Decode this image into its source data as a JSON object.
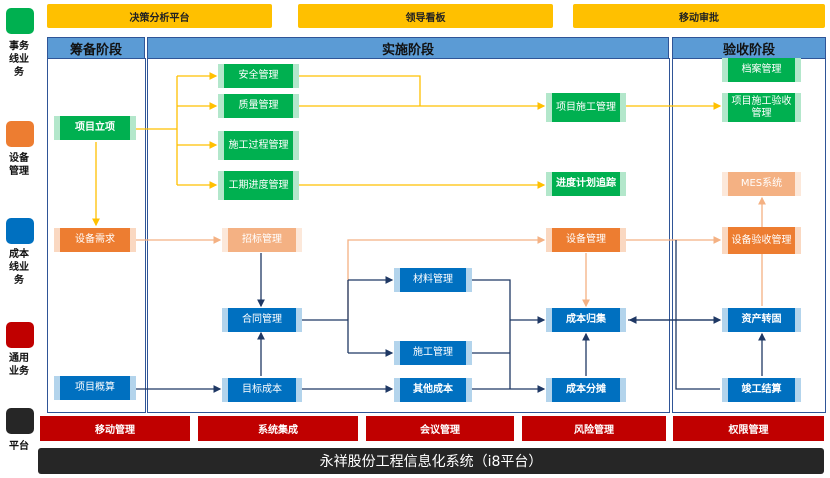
{
  "legend": [
    {
      "label": "事务线业务",
      "color": "#00b050"
    },
    {
      "label": "设备管理",
      "color": "#ed7d31"
    },
    {
      "label": "成本线业务",
      "color": "#0070c0"
    },
    {
      "label": "通用业务",
      "color": "#c00000"
    },
    {
      "label": "平台",
      "color": "#262626"
    }
  ],
  "top_bar": [
    "决策分析平台",
    "领导看板",
    "移动审批"
  ],
  "phases": {
    "prep": "筹备阶段",
    "impl": "实施阶段",
    "accept": "验收阶段"
  },
  "nodes": {
    "project_setup": "项目立项",
    "equipment_demand": "设备需求",
    "project_budget": "项目概算",
    "safety_mgmt": "安全管理",
    "quality_mgmt": "质量管理",
    "construction_process_mgmt": "施工过程管理",
    "schedule_mgmt": "工期进度管理",
    "bidding_mgmt": "招标管理",
    "contract_mgmt": "合同管理",
    "target_cost": "目标成本",
    "material_mgmt": "材料管理",
    "construction_mgmt": "施工管理",
    "other_cost": "其他成本",
    "project_construction_mgmt": "项目施工管理",
    "progress_tracking": "进度计划追踪",
    "equipment_mgmt": "设备管理",
    "cost_aggregation": "成本归集",
    "cost_allocation": "成本分摊",
    "archive_mgmt": "档案管理",
    "project_acceptance_mgmt": "项目施工验收管理",
    "mes_system": "MES系统",
    "equipment_acceptance_mgmt": "设备验收管理",
    "asset_transfer": "资产转固",
    "final_settlement": "竣工结算"
  },
  "bottom_bar": [
    "移动管理",
    "系统集成",
    "会议管理",
    "风险管理",
    "权限管理"
  ],
  "platform": "永祥股份工程信息化系统（i8平台）",
  "colors": {
    "green": "#00b050",
    "orange": "#ed7d31",
    "light_orange": "#f4b183",
    "blue": "#0070c0",
    "dark_blue": "#1f3864",
    "yellow": "#ffc000",
    "red": "#c00000",
    "phase_blue": "#5b9bd5"
  }
}
